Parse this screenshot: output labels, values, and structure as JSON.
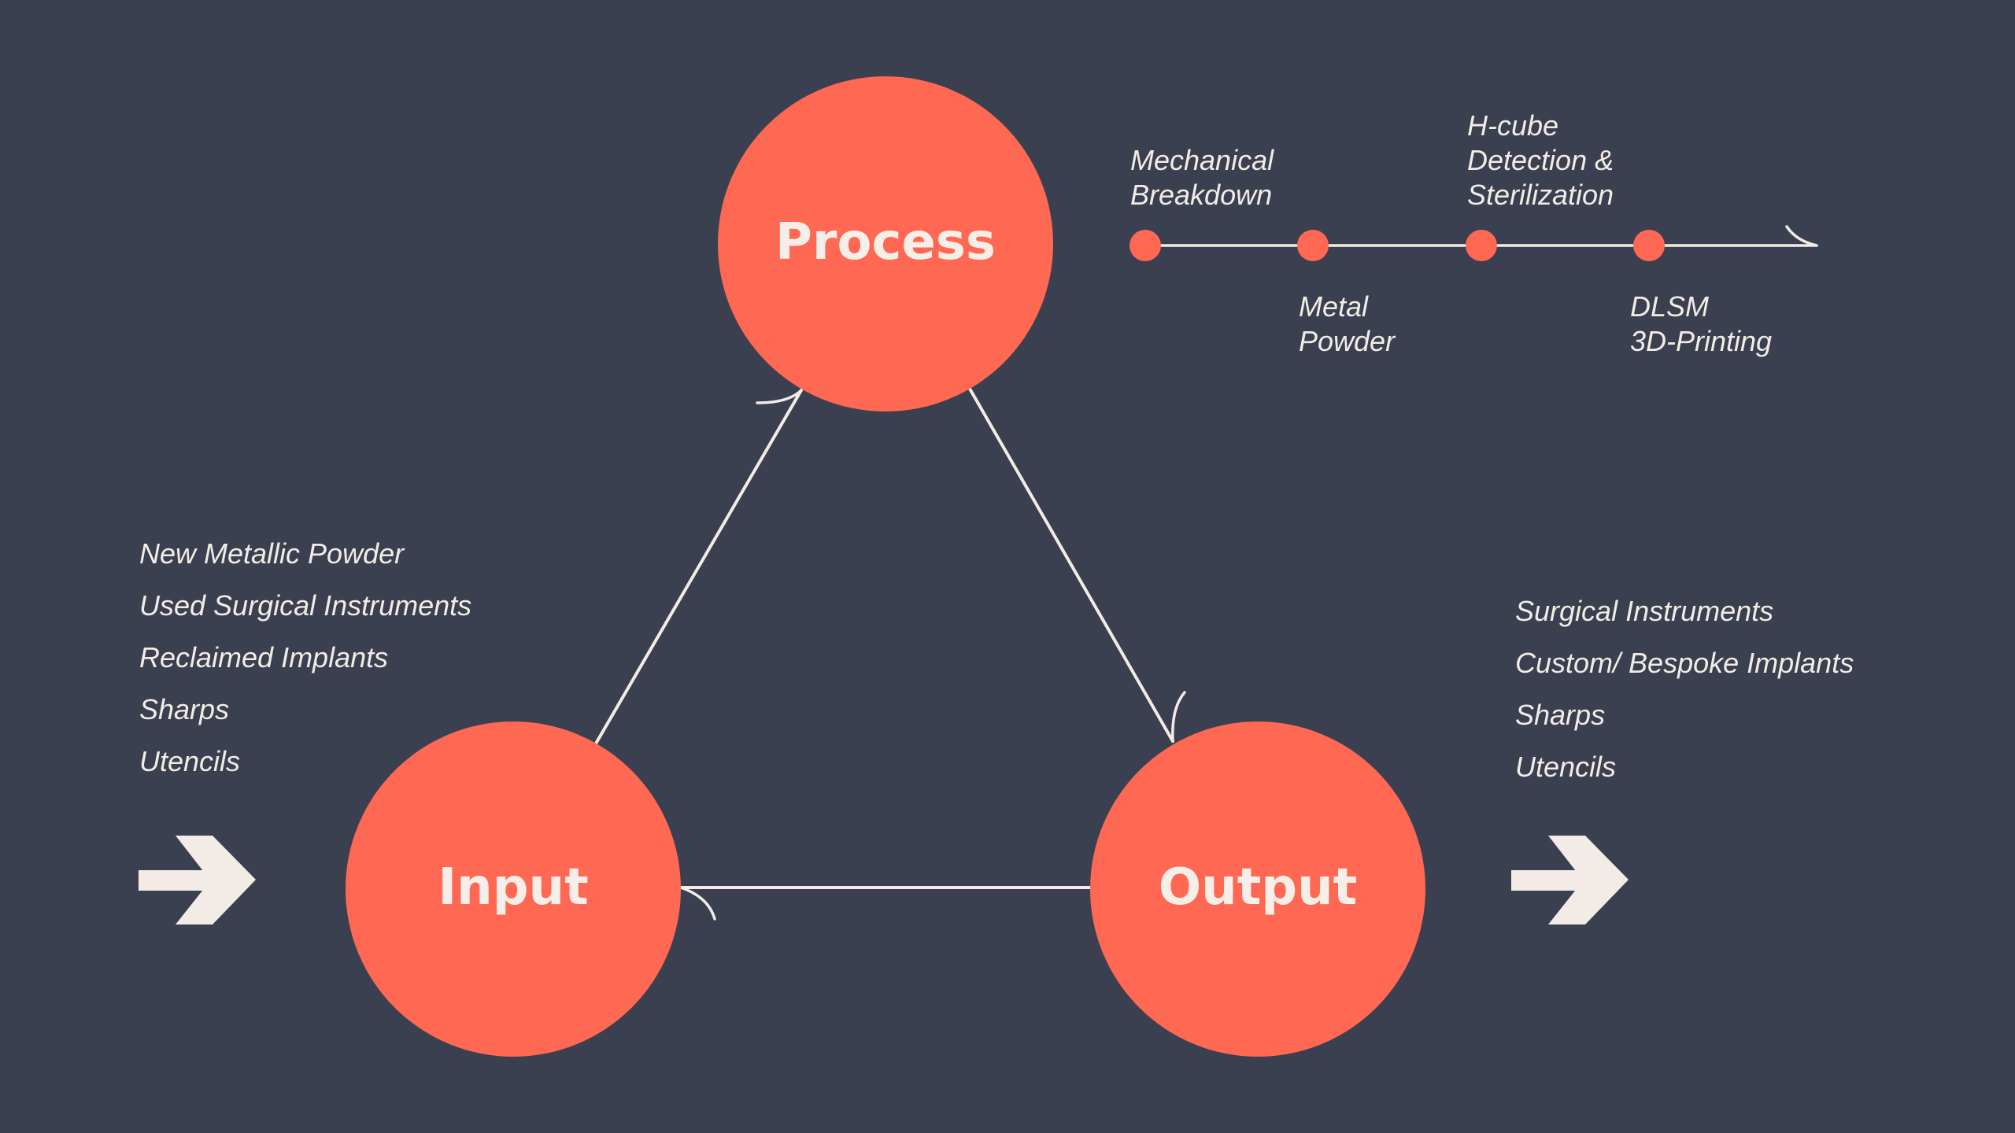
{
  "colors": {
    "background": "#3a4050",
    "node_fill": "#ff6853",
    "line": "#f3ece6",
    "text": "#f3ece6"
  },
  "nodes": {
    "process": "Process",
    "input": "Input",
    "output": "Output"
  },
  "process_steps": [
    {
      "line1": "Mechanical",
      "line2": "Breakdown",
      "line3": ""
    },
    {
      "line1": "Metal",
      "line2": "Powder",
      "line3": ""
    },
    {
      "line1": "H-cube",
      "line2": "Detection &",
      "line3": "Sterilization"
    },
    {
      "line1": "DLSM",
      "line2": "3D-Printing",
      "line3": ""
    }
  ],
  "input_items": [
    "New Metallic Powder",
    "Used Surgical Instruments",
    "Reclaimed Implants",
    "Sharps",
    "Utencils"
  ],
  "output_items": [
    "Surgical Instruments",
    "Custom/ Bespoke Implants",
    "Sharps",
    "Utencils"
  ],
  "icons": {
    "input_arrow": "arrow-right-icon",
    "output_arrow": "arrow-right-icon"
  }
}
